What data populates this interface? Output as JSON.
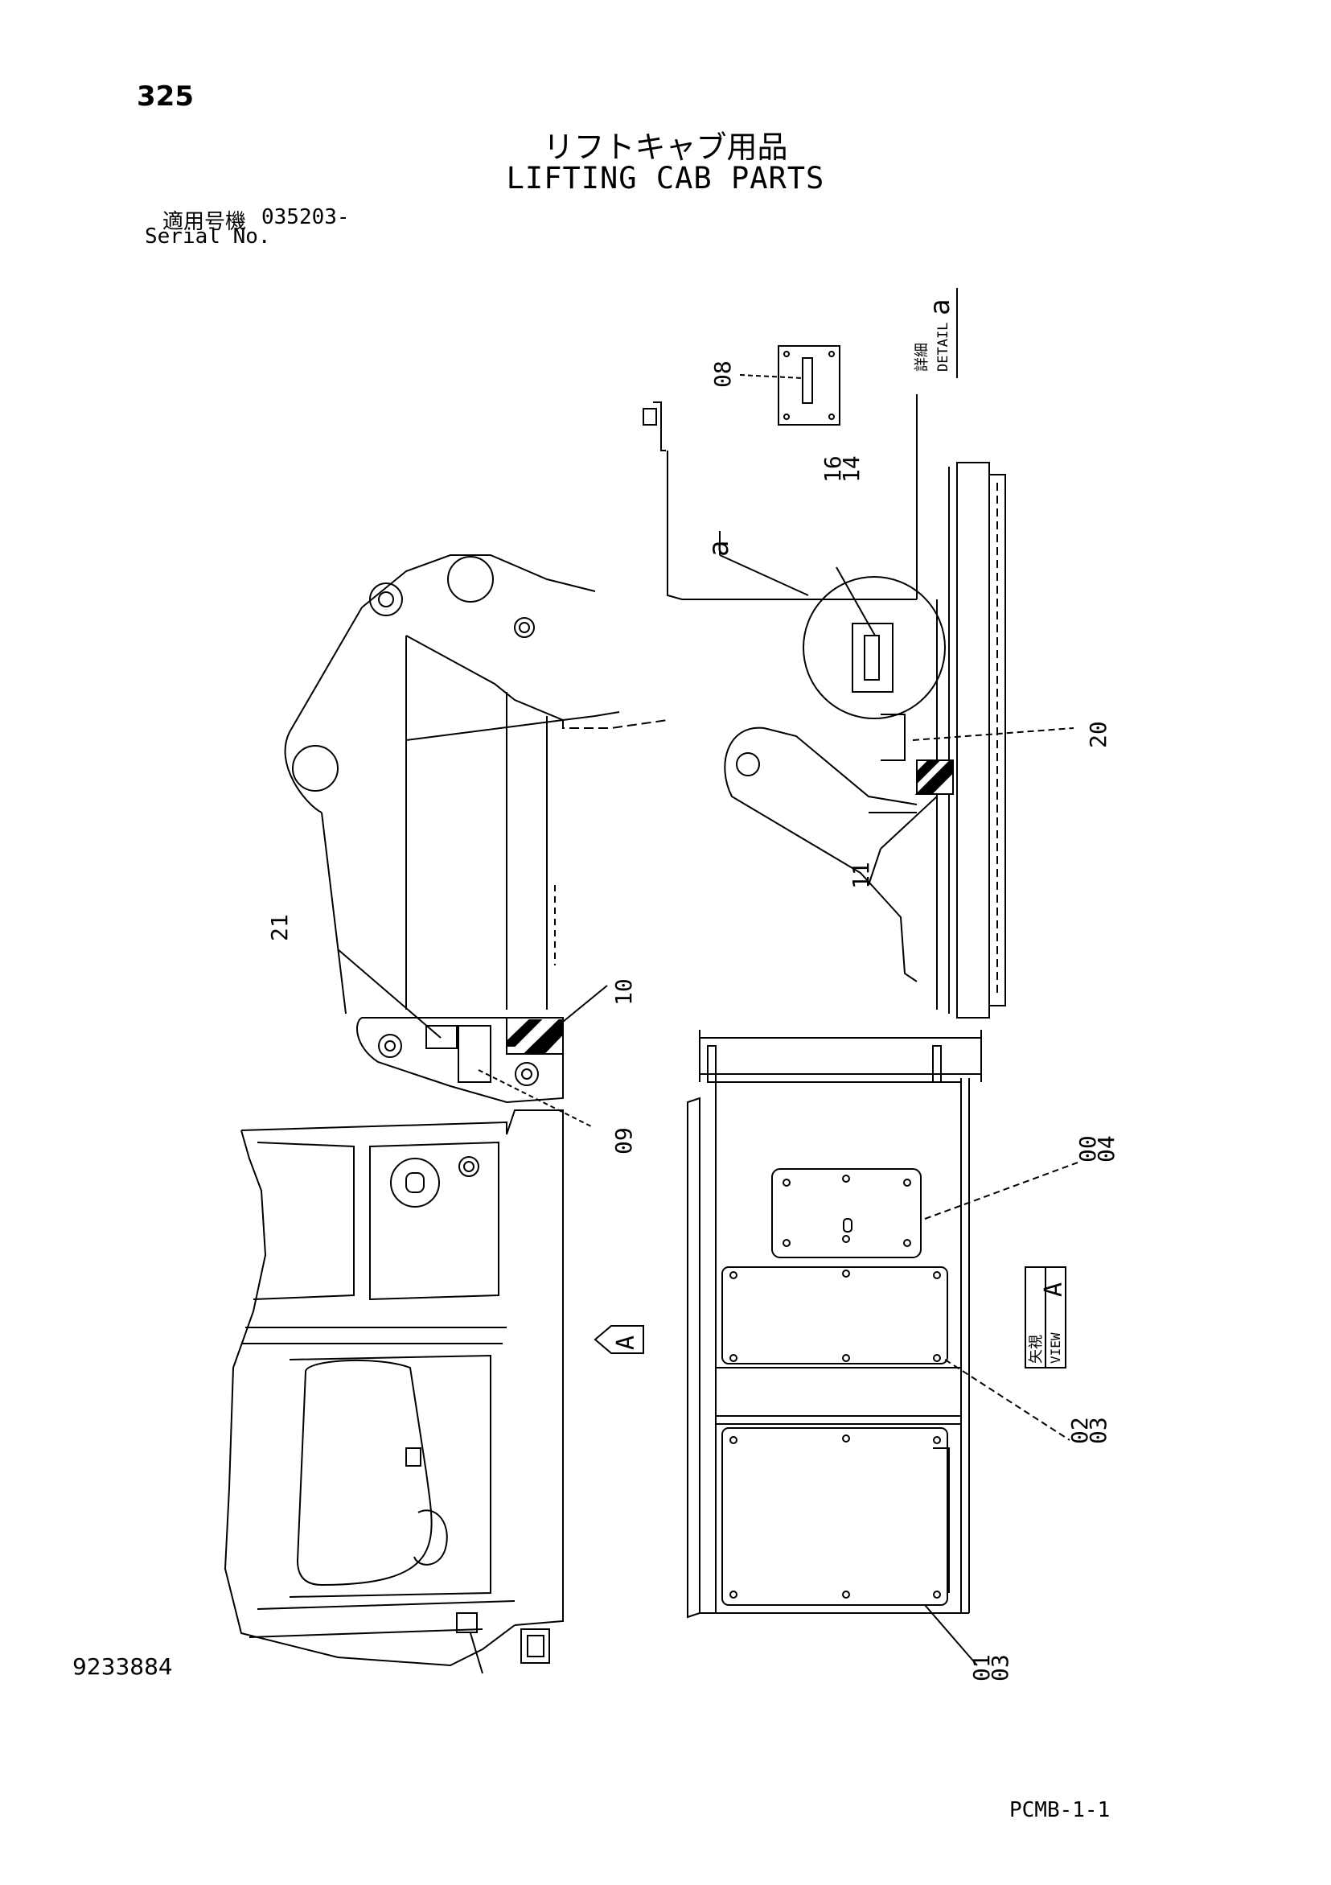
{
  "header": {
    "page_number": "325",
    "title_jp": "リフトキャブ用品",
    "title_en": "LIFTING CAB PARTS",
    "serial_label_jp": "適用号機",
    "serial_value": "035203-",
    "serial_label_en": "Serial No."
  },
  "callouts": {
    "c08": "08",
    "c16": "16",
    "c14": "14",
    "ca": "a",
    "c20": "20",
    "c11": "11",
    "c21": "21",
    "c10": "10",
    "c09": "09",
    "c00": "00",
    "c04": "04",
    "c02": "02",
    "c03a": "03",
    "c01": "01",
    "c03b": "03"
  },
  "detail_label": {
    "jp": "詳細",
    "en": "DETAIL",
    "letter": "a"
  },
  "view_label": {
    "jp": "矢視",
    "en": "VIEW",
    "letter": "A"
  },
  "view_arrow_letter": "A",
  "footer": {
    "drawing_number": "9233884",
    "sheet_code": "PCMB-1-1"
  }
}
